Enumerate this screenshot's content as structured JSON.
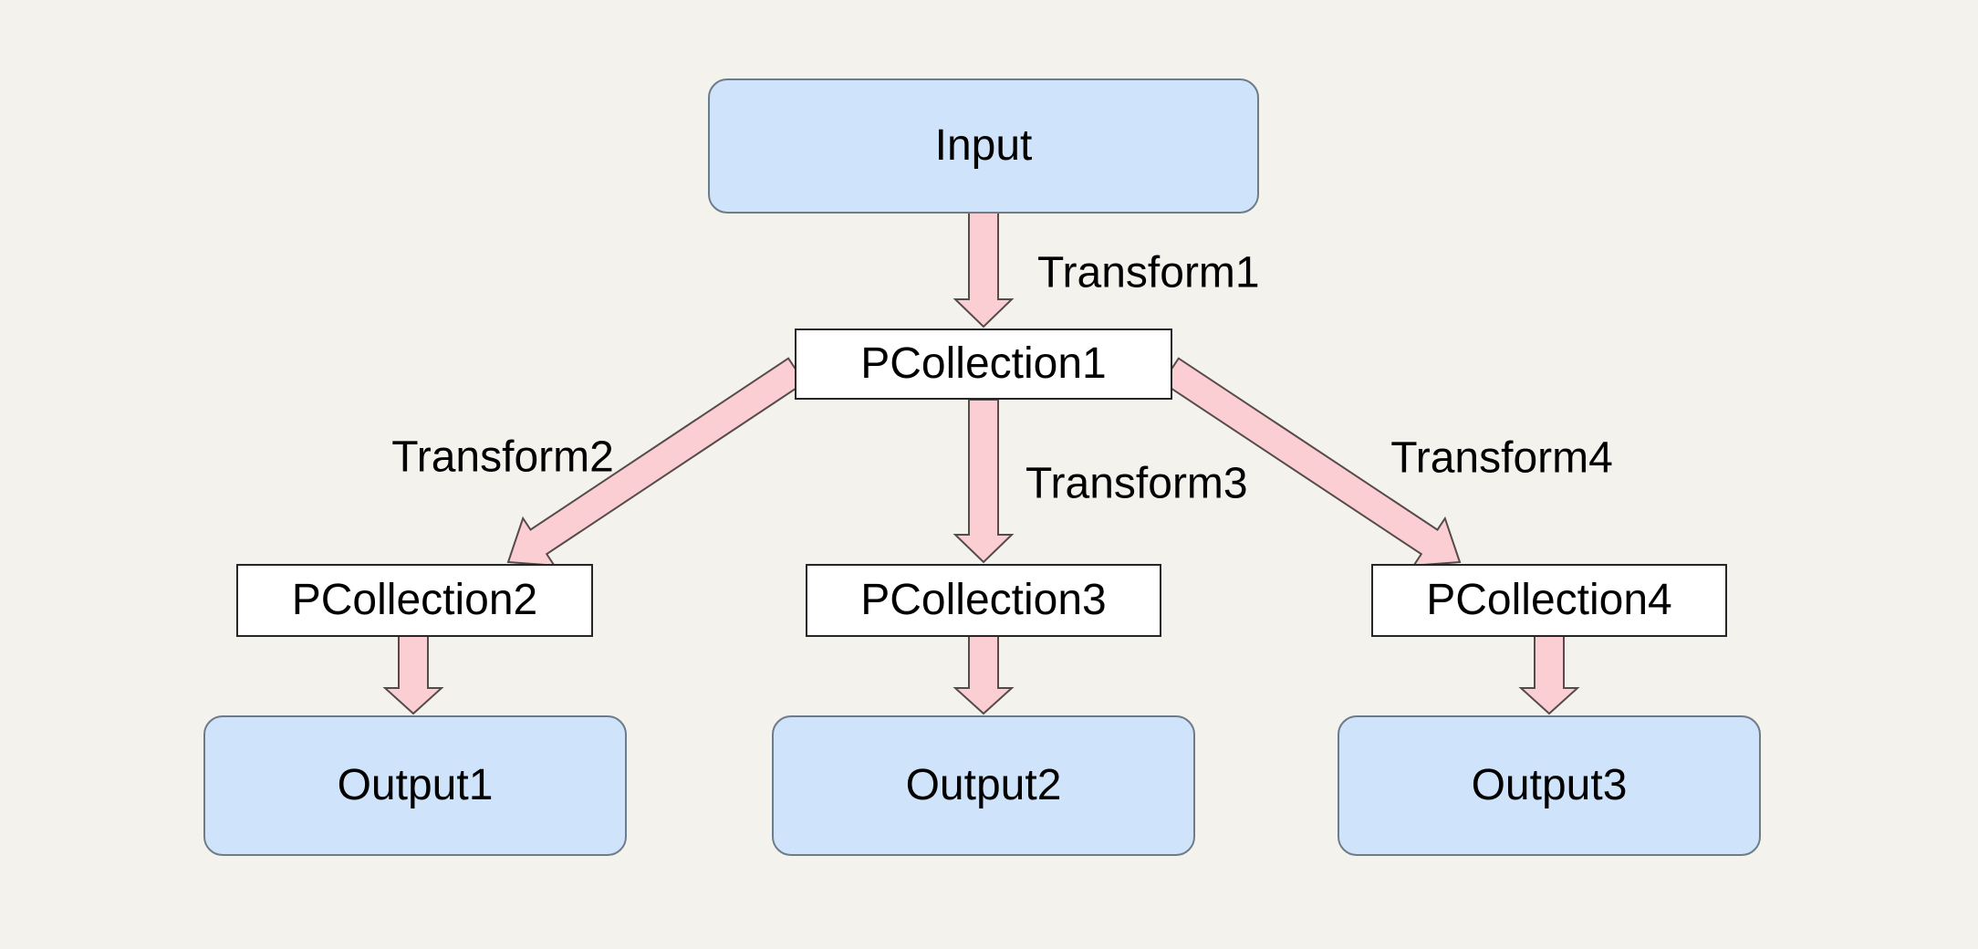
{
  "diagram": {
    "nodes": [
      {
        "id": "input",
        "label": "Input",
        "type": "terminal"
      },
      {
        "id": "pcollection1",
        "label": "PCollection1",
        "type": "pcollection"
      },
      {
        "id": "pcollection2",
        "label": "PCollection2",
        "type": "pcollection"
      },
      {
        "id": "pcollection3",
        "label": "PCollection3",
        "type": "pcollection"
      },
      {
        "id": "pcollection4",
        "label": "PCollection4",
        "type": "pcollection"
      },
      {
        "id": "output1",
        "label": "Output1",
        "type": "terminal"
      },
      {
        "id": "output2",
        "label": "Output2",
        "type": "terminal"
      },
      {
        "id": "output3",
        "label": "Output3",
        "type": "terminal"
      }
    ],
    "edges": [
      {
        "label": "Transform1",
        "from": "input",
        "to": "pcollection1"
      },
      {
        "label": "Transform2",
        "from": "pcollection1",
        "to": "pcollection2"
      },
      {
        "label": "Transform3",
        "from": "pcollection1",
        "to": "pcollection3"
      },
      {
        "label": "Transform4",
        "from": "pcollection1",
        "to": "pcollection4"
      },
      {
        "label": "",
        "from": "pcollection2",
        "to": "output1"
      },
      {
        "label": "",
        "from": "pcollection3",
        "to": "output2"
      },
      {
        "label": "",
        "from": "pcollection4",
        "to": "output3"
      }
    ],
    "colors": {
      "background": "#f3f2ed",
      "node_fill_blue": "#cfe3fb",
      "node_border_blue": "#6e7b89",
      "node_fill_white": "#ffffff",
      "node_border_white": "#262626",
      "arrow_fill": "#fbced3",
      "arrow_stroke": "#564b4a",
      "text": "#000000"
    }
  }
}
